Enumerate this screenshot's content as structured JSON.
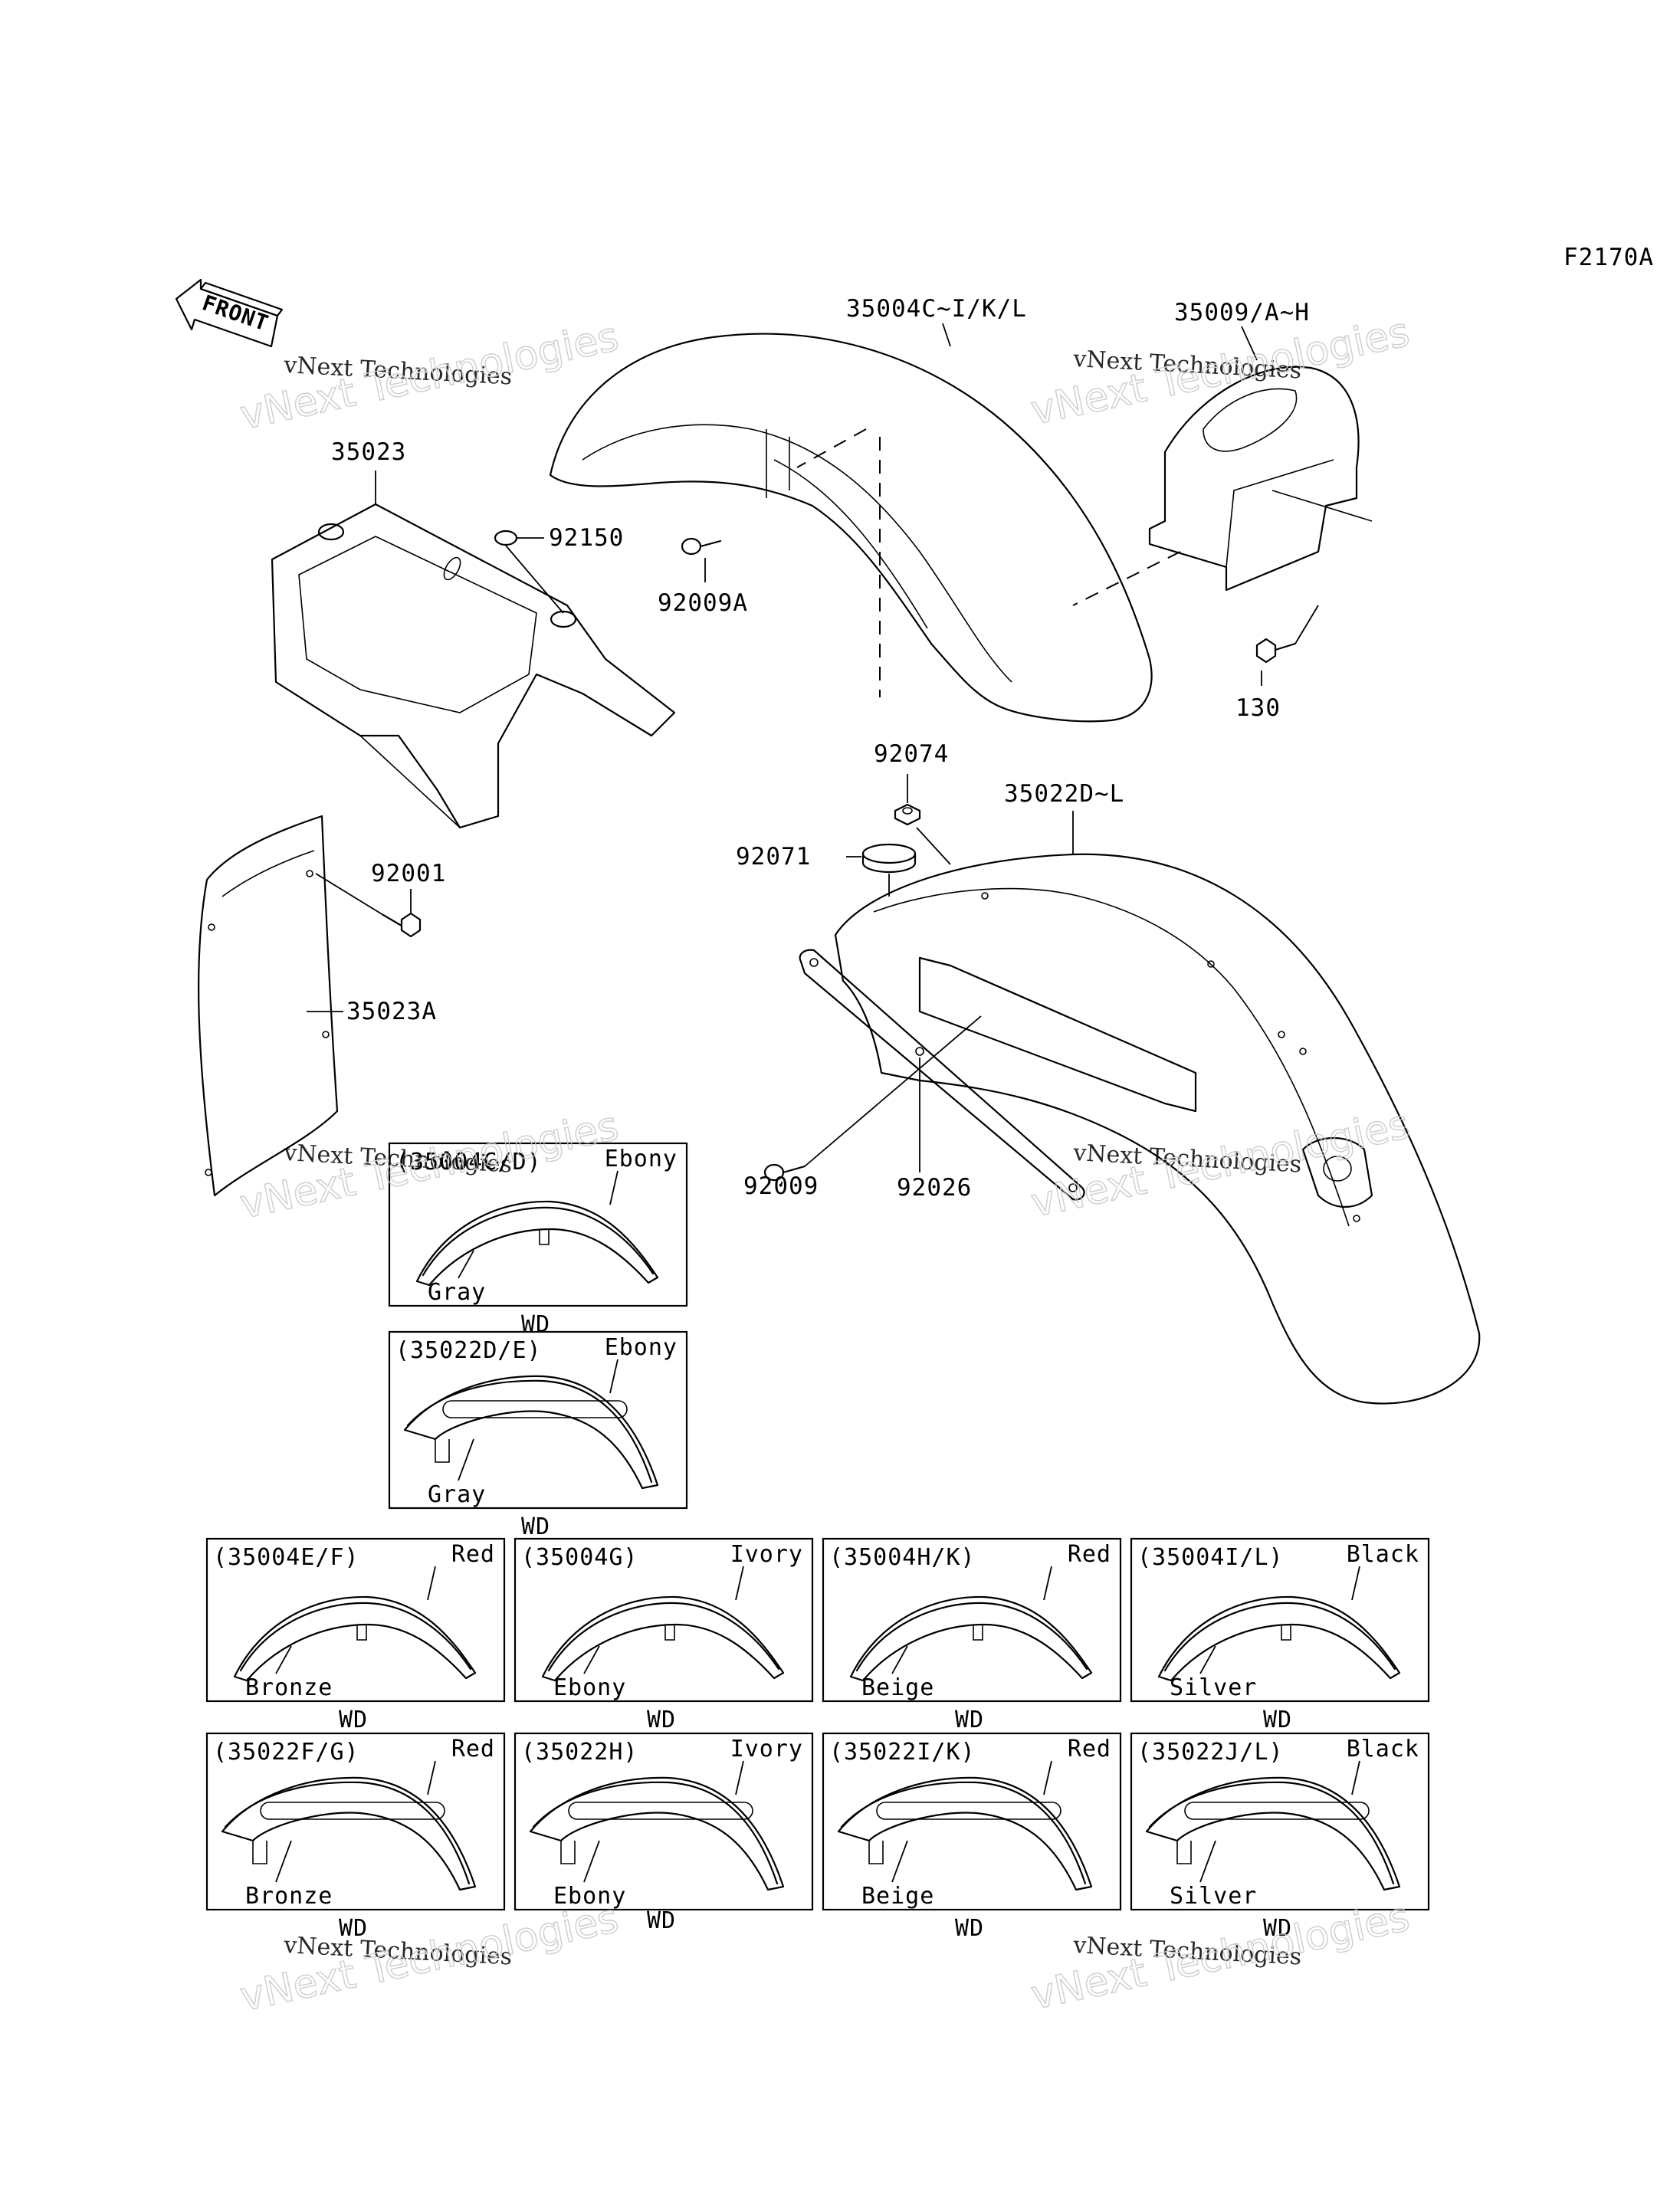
{
  "figure_code": "F2170A",
  "front_arrow_label": "FRONT",
  "watermark": {
    "line1": "vNext Technologies",
    "line2": "vNext Technologies"
  },
  "callouts": {
    "front_fender_assy": "35004C~I/K/L",
    "front_fender_bracket": "35009/A~H",
    "bolt_130": "130",
    "bolt_92009A": "92009A",
    "rear_fender_front": "35023",
    "clip_92150": "92150",
    "flap_35023A": "35023A",
    "bolt_92001": "92001",
    "rear_fender_assy": "35022D~L",
    "cap_92074": "92074",
    "cushion_92071": "92071",
    "bolt_92009": "92009",
    "bracket_92026": "92026"
  },
  "color_variants": [
    {
      "code": "(35004C/D)",
      "top_color": "Ebony",
      "bottom_color": "Gray",
      "market": "WD"
    },
    {
      "code": "(35022D/E)",
      "top_color": "Ebony",
      "bottom_color": "Gray",
      "market": "WD"
    },
    {
      "code": "(35004E/F)",
      "top_color": "Red",
      "bottom_color": "Bronze",
      "market": "WD"
    },
    {
      "code": "(35004G)",
      "top_color": "Ivory",
      "bottom_color": "Ebony",
      "market": "WD"
    },
    {
      "code": "(35004H/K)",
      "top_color": "Red",
      "bottom_color": "Beige",
      "market": "WD"
    },
    {
      "code": "(35004I/L)",
      "top_color": "Black",
      "bottom_color": "Silver",
      "market": "WD"
    },
    {
      "code": "(35022F/G)",
      "top_color": "Red",
      "bottom_color": "Bronze",
      "market": "WD"
    },
    {
      "code": "(35022H)",
      "top_color": "Ivory",
      "bottom_color": "Ebony",
      "market": "WD"
    },
    {
      "code": "(35022I/K)",
      "top_color": "Red",
      "bottom_color": "Beige",
      "market": "WD"
    },
    {
      "code": "(35022J/L)",
      "top_color": "Black",
      "bottom_color": "Silver",
      "market": "WD"
    }
  ]
}
